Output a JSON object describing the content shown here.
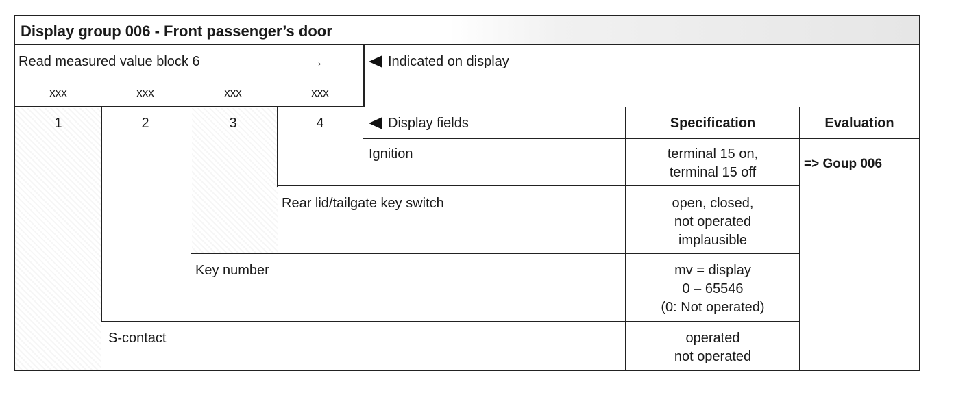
{
  "title": "Display group 006 - Front passenger’s door",
  "header": {
    "read_label": "Read measured value block 6",
    "arrow": "→",
    "indicated_label": "Indicated on display",
    "placeholders": [
      "xxx",
      "xxx",
      "xxx",
      "xxx"
    ],
    "field_numbers": [
      "1",
      "2",
      "3",
      "4"
    ],
    "display_fields_label": "Display fields",
    "specification_label": "Specification",
    "evaluation_label": "Evaluation"
  },
  "rows": [
    {
      "field": "Ignition",
      "specification": "terminal 15 on,\nterminal 15 off"
    },
    {
      "field": "Rear lid/tailgate key switch",
      "specification": "open, closed,\nnot operated\nimplausible"
    },
    {
      "field": "Key number",
      "specification": "mv = display\n0 – 65546\n(0: Not operated)"
    },
    {
      "field": "S-contact",
      "specification": "operated\nnot operated"
    }
  ],
  "evaluation": "=> Goup 006",
  "icons": {
    "pointer": "left-pointer-triangle-icon"
  }
}
